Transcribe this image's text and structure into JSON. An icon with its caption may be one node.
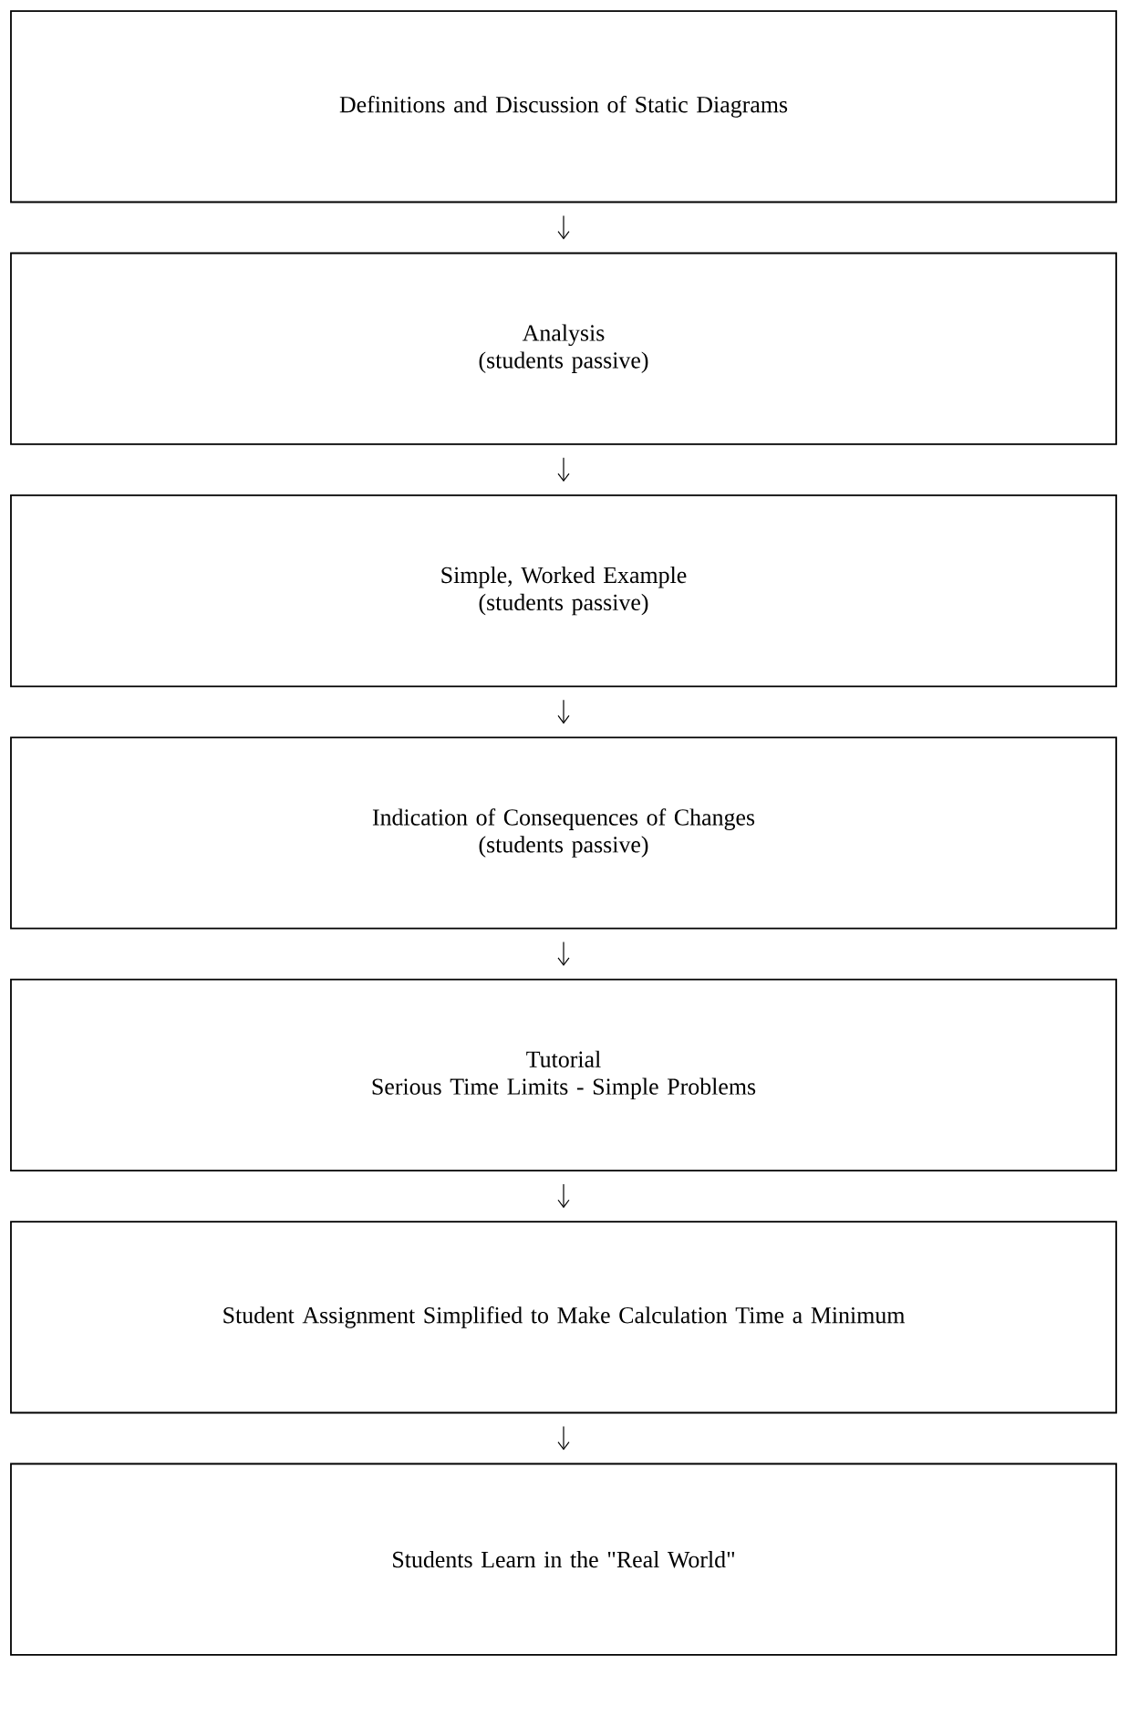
{
  "diagram": {
    "nodes": [
      {
        "text": [
          "Definitions and Discussion of Static Diagrams"
        ]
      },
      {
        "text": [
          "Analysis",
          "(students passive)"
        ]
      },
      {
        "text": [
          "Simple, Worked Example",
          "(students passive)"
        ]
      },
      {
        "text": [
          "Indication of Consequences of Changes",
          "(students passive)"
        ]
      },
      {
        "text": [
          "Tutorial",
          "Serious Time Limits - Simple Problems"
        ]
      },
      {
        "text": [
          "Student Assignment Simplified to Make Calculation Time a Minimum"
        ]
      },
      {
        "text": [
          "Students Learn in the \"Real World\""
        ]
      }
    ],
    "edges": [
      {
        "from": 0,
        "to": 1,
        "arrow": "to"
      },
      {
        "from": 1,
        "to": 2,
        "arrow": "to"
      },
      {
        "from": 2,
        "to": 3,
        "arrow": "to"
      },
      {
        "from": 3,
        "to": 4,
        "arrow": "to"
      },
      {
        "from": 4,
        "to": 5,
        "arrow": "to"
      },
      {
        "from": 5,
        "to": 6,
        "arrow": "to"
      }
    ]
  }
}
